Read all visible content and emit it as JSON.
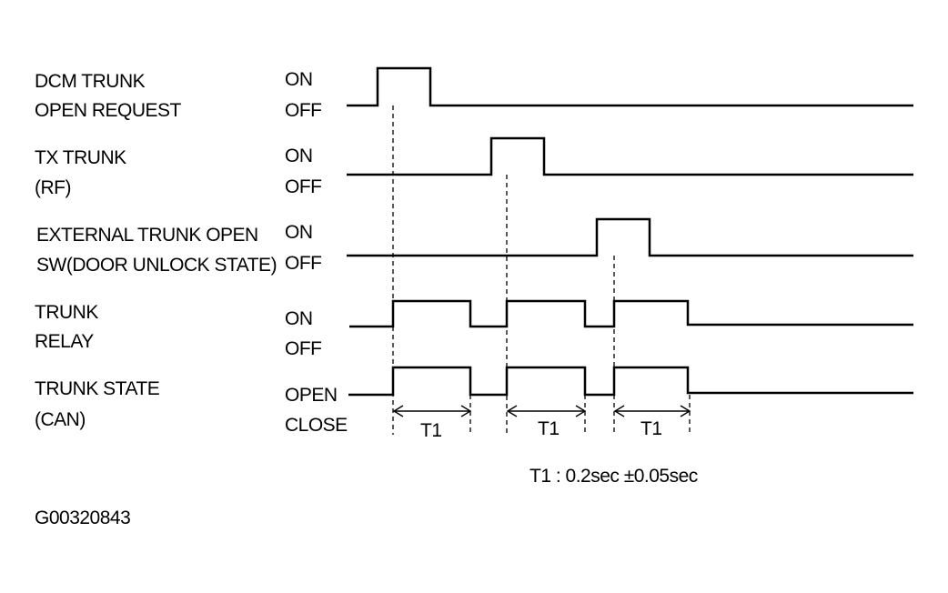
{
  "signals": [
    {
      "line1": "DCM TRUNK",
      "line2": "OPEN REQUEST",
      "high": "ON",
      "low": "OFF"
    },
    {
      "line1": "TX TRUNK",
      "line2": "(RF)",
      "high": "ON",
      "low": "OFF"
    },
    {
      "line1": "EXTERNAL TRUNK OPEN",
      "line2": "SW(DOOR UNLOCK STATE)",
      "high": "ON",
      "low": "OFF"
    },
    {
      "line1": "TRUNK",
      "line2": "RELAY",
      "high": "ON",
      "low": "OFF"
    },
    {
      "line1": "TRUNK STATE",
      "line2": "(CAN)",
      "high": "OPEN",
      "low": "CLOSE"
    }
  ],
  "intervals": [
    {
      "label": "T1"
    },
    {
      "label": "T1"
    },
    {
      "label": "T1"
    }
  ],
  "note": "T1 : 0.2sec ±0.05sec",
  "figure_code": "G00320843"
}
